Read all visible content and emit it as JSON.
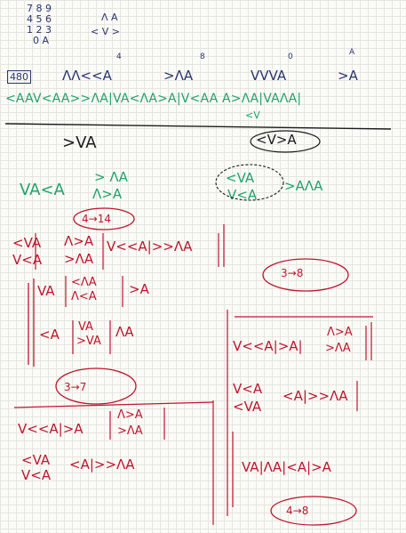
{
  "keypad": {
    "rows": [
      "7 8 9",
      "4 5 6",
      "1 2 3",
      "0 A"
    ]
  },
  "directions": {
    "row1": "Λ A",
    "row2": "< V >"
  },
  "puzzle_number": "480",
  "codes": [
    {
      "seq": "ΛΛ<<A",
      "mark": "4"
    },
    {
      "seq": ">ΛA",
      "mark": "8"
    },
    {
      "seq": "VVVA",
      "mark": "0"
    },
    {
      "seq": ">A",
      "mark": "A"
    }
  ],
  "green_long": "<AAV<AA>>ΛA|VA<ΛA>A|V<AA A>ΛA|VAΛA|",
  "green_long_sub": "<V",
  "row2": {
    "left": ">VA",
    "right": "<V>A"
  },
  "green_mid": {
    "left": "VA<A",
    "stack_top": "> ΛA",
    "stack_bottom": "Λ>A",
    "right_top": "<VA",
    "right_bottom": "V<A",
    "right_tail": ">AΛA"
  },
  "red_notes": {
    "label1": "4→14",
    "label2": "3→8",
    "label3": "3→7",
    "label4": "4→8",
    "block1_line1_a": "<VA",
    "block1_line1_b": "Λ>A",
    "block1_line1_c": "V<<A|>>ΛA",
    "block1_line2_a": "V<A",
    "block1_line2_b": ">ΛA",
    "block2_a": "VA",
    "block2_top": "<ΛA",
    "block2_bottom": "Λ<A",
    "block2_tail": ">A",
    "block3_a": "<A",
    "block3_top": "VA",
    "block3_bottom": ">VA",
    "block3_tail": "ΛA",
    "right1_a": "V<<A|>A|",
    "right1_top": "Λ>A",
    "right1_bottom": ">ΛA",
    "right2_top": "V<A",
    "right2_bottom": "<VA",
    "right2_tail": "<A|>>ΛA",
    "right3": "VA|ΛA|<A|>A",
    "bl1_a": "V<<A|>A",
    "bl1_top": "Λ>A",
    "bl1_bottom": ">ΛA",
    "bl2_top": "<VA",
    "bl2_bottom": "V<A",
    "bl2_tail": "<A|>>ΛA"
  }
}
